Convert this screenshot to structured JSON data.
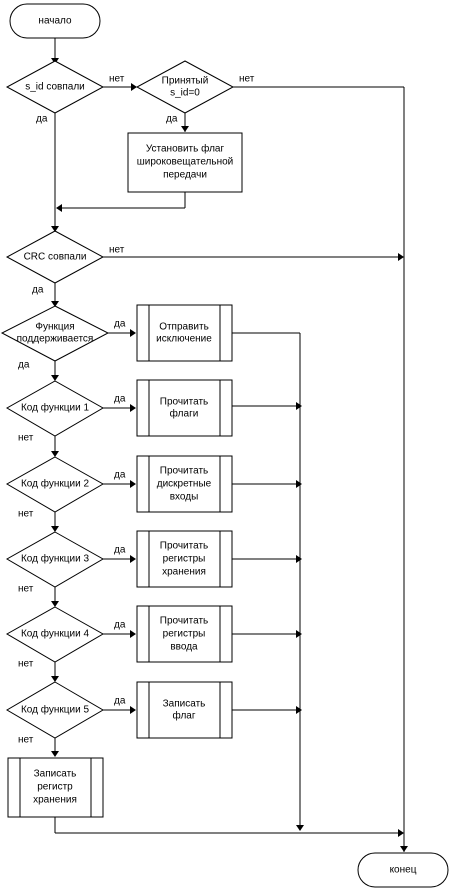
{
  "nodes": {
    "start": "начало",
    "sid_match": "s_id совпали",
    "received_sid0": [
      "Принятый",
      "s_id=0"
    ],
    "set_broadcast": [
      "Установить флаг",
      "широковещательной",
      "передачи"
    ],
    "crc_match": "CRC совпали",
    "func_supported": [
      "Функция",
      "поддерживается"
    ],
    "send_exception": [
      "Отправить",
      "исключение"
    ],
    "func1": "Код функции 1",
    "read_flags": [
      "Прочитать",
      "флаги"
    ],
    "func2": "Код функции 2",
    "read_discrete": [
      "Прочитать",
      "дискретные",
      "входы"
    ],
    "func3": "Код функции 3",
    "read_holding": [
      "Прочитать",
      "регистры",
      "хранения"
    ],
    "func4": "Код функции 4",
    "read_input": [
      "Прочитать",
      "регистры",
      "ввода"
    ],
    "func5": "Код функции 5",
    "write_flag": [
      "Записать",
      "флаг"
    ],
    "write_holding": [
      "Записать",
      "регистр",
      "хранения"
    ],
    "end": "конец"
  },
  "labels": {
    "yes": "да",
    "no": "нет"
  }
}
